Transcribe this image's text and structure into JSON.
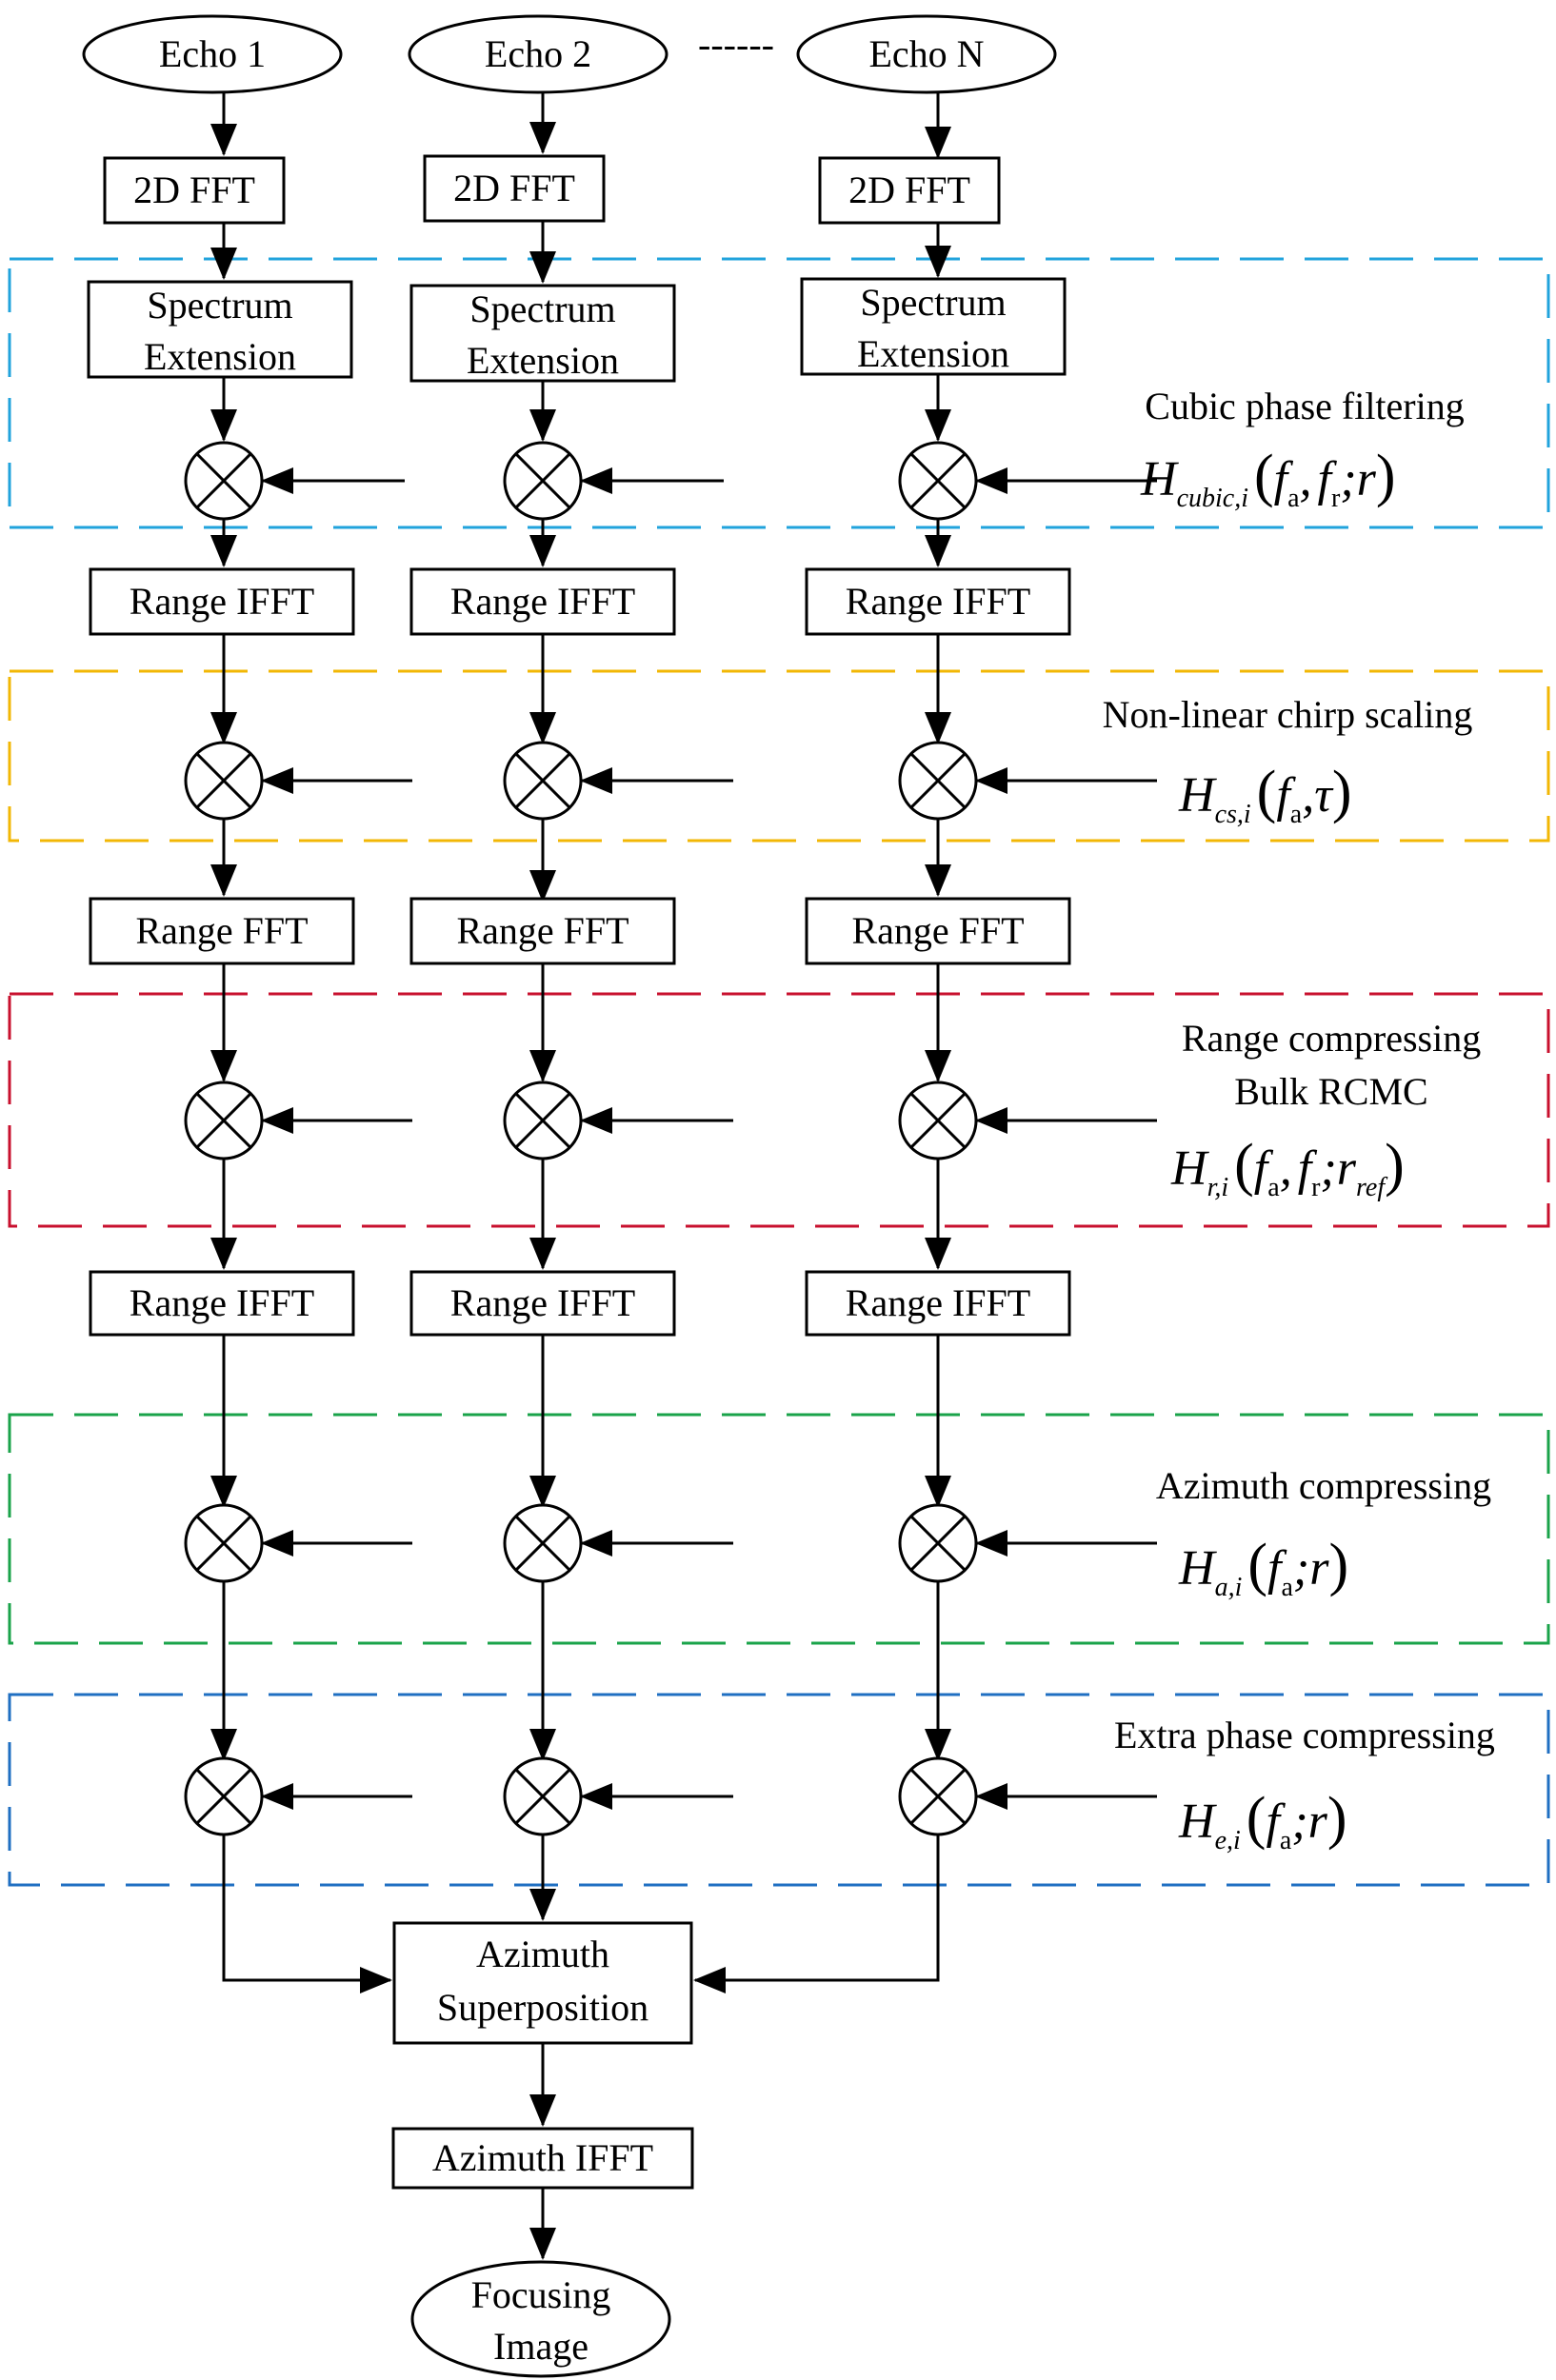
{
  "inputs": {
    "echo1": "Echo 1",
    "echo2": "Echo 2",
    "dots": "------",
    "echoN": "Echo N"
  },
  "steps": {
    "fft2d": "2D FFT",
    "spectrum_ext_line1": "Spectrum",
    "spectrum_ext_line2": "Extension",
    "range_ifft": "Range IFFT",
    "range_fft": "Range FFT",
    "azimuth_sup_line1": "Azimuth",
    "azimuth_sup_line2": "Superposition",
    "azimuth_ifft": "Azimuth IFFT",
    "output_line1": "Focusing",
    "output_line2": "Image"
  },
  "stages": [
    {
      "name": "cubic",
      "color": "#21a3dc",
      "title_lines": [
        "Cubic phase filtering"
      ],
      "formula": {
        "H": "H",
        "sub": "cubic,i",
        "args": [
          "f",
          "a",
          ",",
          "f",
          "r",
          ";r"
        ]
      }
    },
    {
      "name": "chirp",
      "color": "#f2b705",
      "title_lines": [
        "Non-linear chirp scaling"
      ],
      "formula": {
        "H": "H",
        "sub": "cs,i",
        "args": [
          "f",
          "a",
          ",τ"
        ]
      }
    },
    {
      "name": "range",
      "color": "#c8102e",
      "title_lines": [
        "Range compressing",
        "Bulk RCMC"
      ],
      "formula": {
        "H": "H",
        "sub": "r,i",
        "args": [
          "f",
          "a",
          ",",
          "f",
          "r",
          ";r",
          "ref"
        ]
      }
    },
    {
      "name": "azimuth",
      "color": "#1aa34a",
      "title_lines": [
        "Azimuth compressing"
      ],
      "formula": {
        "H": "H",
        "sub": "a,i",
        "args": [
          "f",
          "a",
          ";r"
        ]
      }
    },
    {
      "name": "extra",
      "color": "#1f6fc2",
      "title_lines": [
        "Extra phase compressing"
      ],
      "formula": {
        "H": "H",
        "sub": "e,i",
        "args": [
          "f",
          "a",
          ";r"
        ]
      }
    }
  ]
}
